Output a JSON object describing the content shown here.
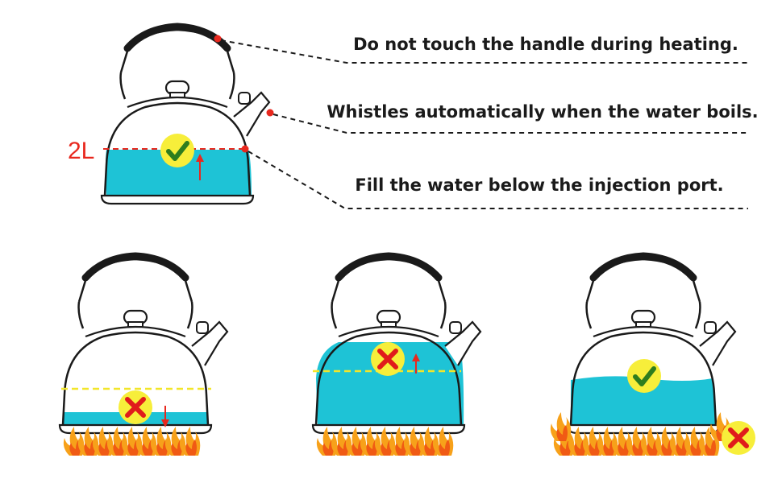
{
  "colors": {
    "water": "#1ec3d6",
    "outline": "#1a1a1a",
    "marker": "#e8281e",
    "badge": "#f7ee3a",
    "check": "#2e7d1e",
    "cross": "#e01b1b",
    "dashed_yellow": "#f2e62a",
    "flame_outer": "#f7a11a",
    "flame_inner": "#f05a14"
  },
  "main_kettle": {
    "level_label": "2L",
    "status": "correct",
    "callouts": [
      {
        "id": "handle",
        "text": "Do not touch the handle during heating."
      },
      {
        "id": "whistle",
        "text": "Whistles automatically when the water boils."
      },
      {
        "id": "fill",
        "text": "Fill the water below the injection port."
      }
    ]
  },
  "examples": [
    {
      "id": "too-low",
      "status": "incorrect",
      "water_level": "low",
      "arrow": "down",
      "flames": "centered"
    },
    {
      "id": "too-high",
      "status": "incorrect",
      "water_level": "overfilled",
      "arrow": "up",
      "flames": "centered"
    },
    {
      "id": "flame-too-wide",
      "status": "correct",
      "water_level": "proper",
      "flames": "wider-than-base",
      "flame_status": "incorrect"
    }
  ]
}
